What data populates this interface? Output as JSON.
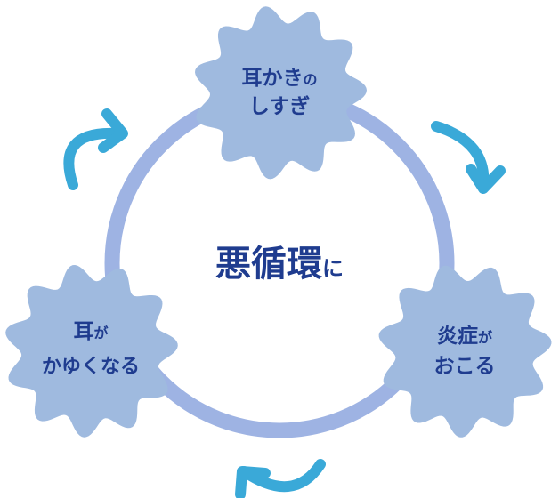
{
  "diagram": {
    "center": {
      "main": "悪循環",
      "suffix": "に"
    },
    "nodes": {
      "top": {
        "line1_main": "耳かき",
        "line1_small": "の",
        "line2": "しすぎ"
      },
      "right": {
        "line1_main": "炎症",
        "line1_small": "が",
        "line2": "おこる"
      },
      "left": {
        "line1_main": "耳",
        "line1_small": "が",
        "line2": "かゆくなる"
      }
    },
    "arrows": [
      "arrow-top-right",
      "arrow-bottom",
      "arrow-top-left"
    ]
  },
  "colors": {
    "ring": "#9eb3e3",
    "blob": "#9fbadf",
    "arrow": "#3aa9d8",
    "text": "#1f3c8f",
    "background": "#ffffff"
  }
}
